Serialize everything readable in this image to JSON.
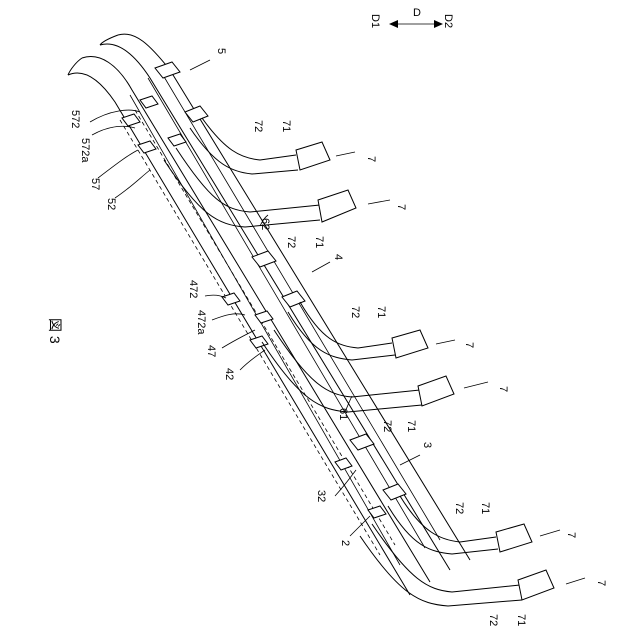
{
  "figure": {
    "title": "図 3"
  },
  "direction_indicator": {
    "main": "D",
    "left": "D1",
    "right": "D2"
  },
  "labels": {
    "l5": "5",
    "l572a_top": "572",
    "l572a": "572a",
    "l57": "57",
    "l52": "52",
    "l72a": "72",
    "l71a": "71",
    "l7a": "7",
    "l72b": "72",
    "l71b": "71",
    "l7b": "7",
    "l62": "62",
    "l4": "4",
    "l472": "472",
    "l472a": "472a",
    "l47": "47",
    "l42": "42",
    "l72c": "72",
    "l71c": "71",
    "l7c": "7",
    "l72d": "72",
    "l71d": "71",
    "l7d": "7",
    "l61": "61",
    "l3": "3",
    "l32": "32",
    "l2": "2",
    "l72e": "72",
    "l71e": "71",
    "l7e": "7",
    "l72f": "72",
    "l71f": "71",
    "l7f": "7"
  },
  "colors": {
    "line": "#000000",
    "background": "#ffffff"
  }
}
